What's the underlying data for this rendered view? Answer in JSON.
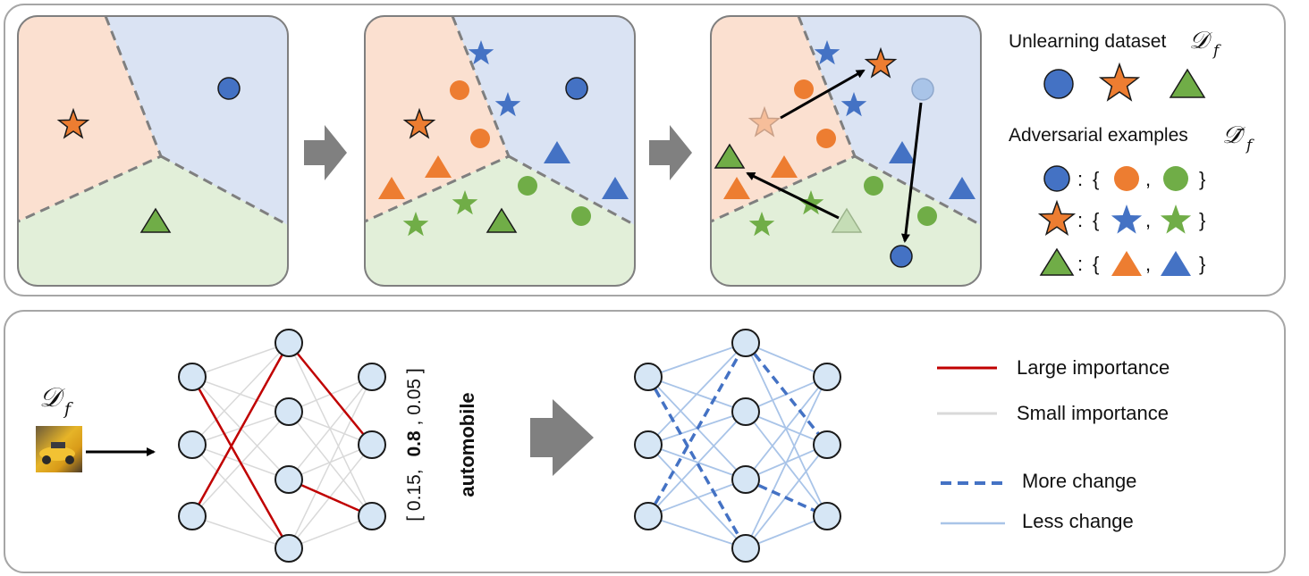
{
  "top_legend": {
    "unlearning_label": "Unlearning dataset",
    "unlearning_symbol": "𝒟",
    "unlearning_sub": "f",
    "adversarial_label": "Adversarial examples",
    "adversarial_symbol": "𝒟̄",
    "adversarial_sub": "f",
    "brace_open": "{",
    "brace_close": "}",
    "comma": ",",
    "colon": ":"
  },
  "bottom": {
    "input_symbol": "𝒟",
    "input_sub": "f",
    "output_prefix": "[ 0.15,",
    "output_bold": "0.8",
    "output_suffix": ",  0.05 ]",
    "output_class": "automobile",
    "legend": {
      "large": "Large importance",
      "small": "Small importance",
      "more": "More change",
      "less": "Less change"
    }
  },
  "colors": {
    "orange": "#ED7D31",
    "blue": "#4472C4",
    "green": "#70AD47",
    "region_orange": "#FBE0D0",
    "region_blue": "#DAE3F3",
    "region_green": "#E2EFD9",
    "red_edge": "#C00000",
    "gray_edge": "#D9D9D9",
    "node_fill": "#D6E6F5",
    "light_blue_edge": "#A9C4E8",
    "arrow_gray": "#808080"
  }
}
